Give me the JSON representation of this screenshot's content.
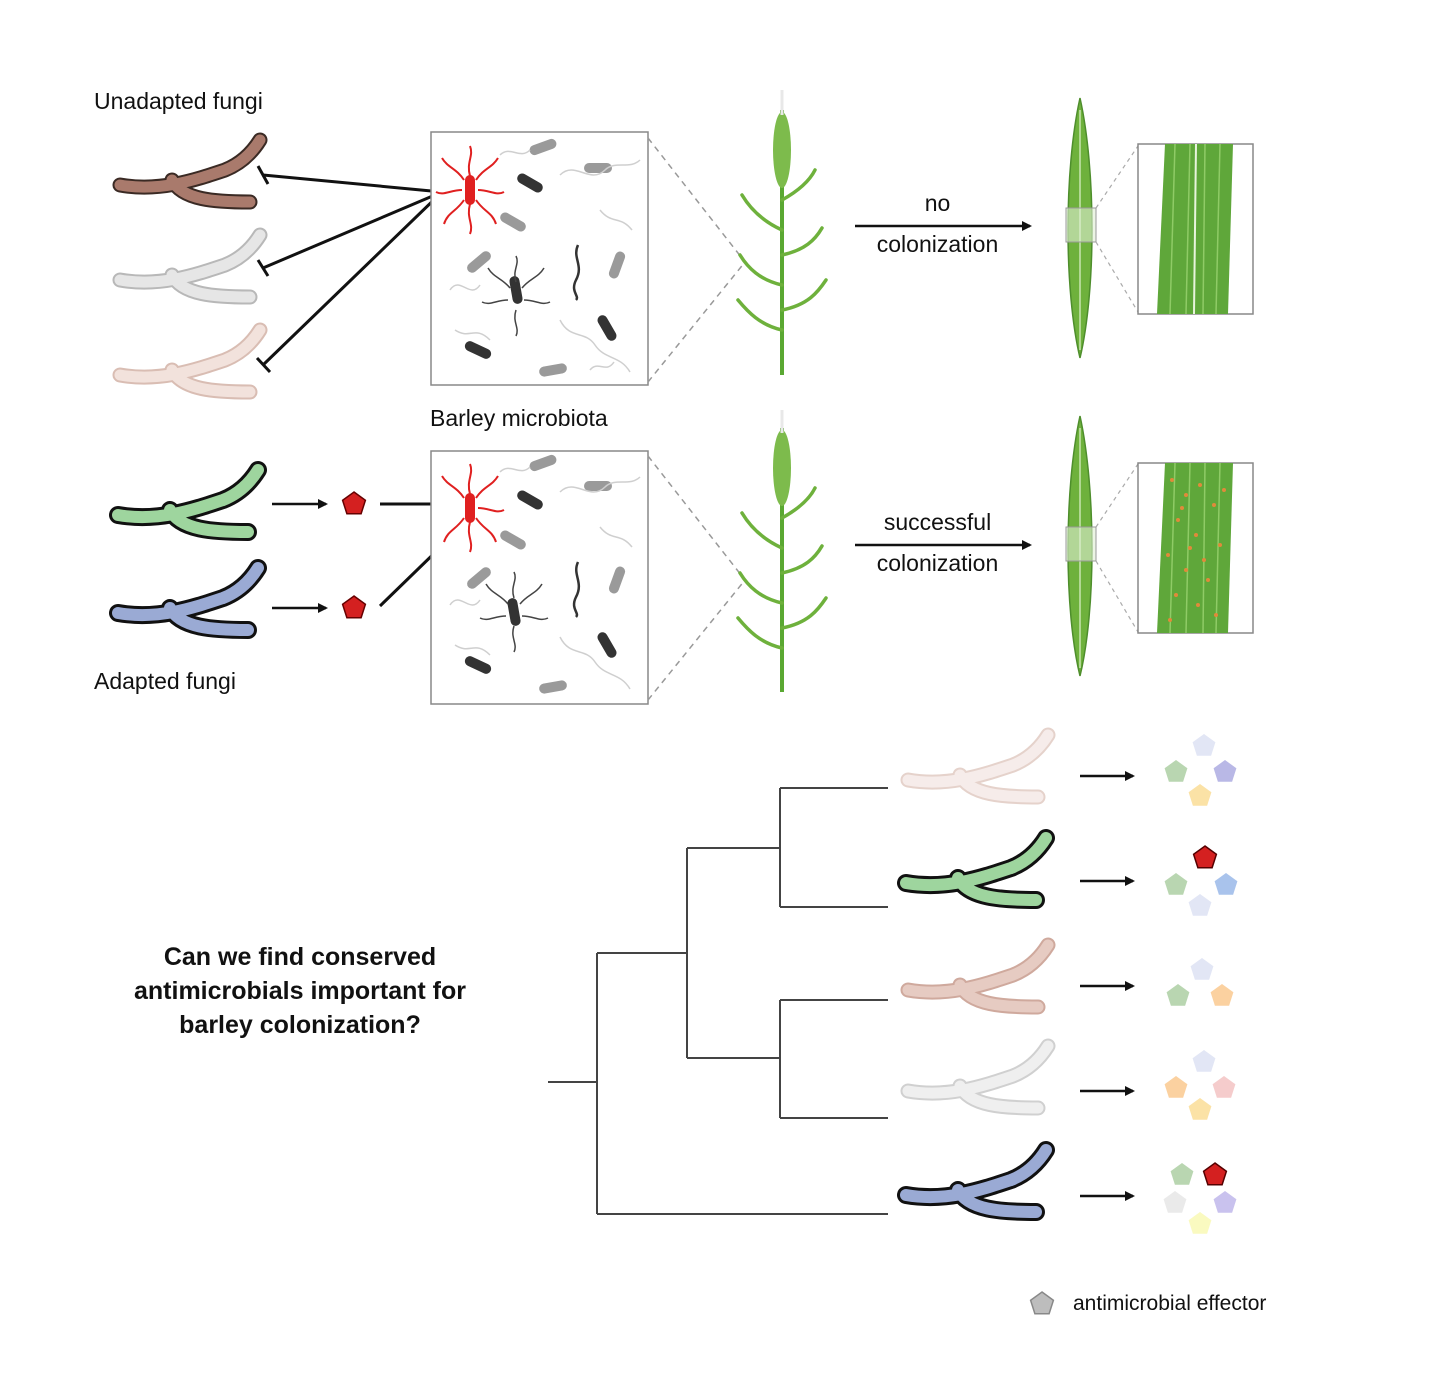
{
  "labels": {
    "unadapted_fungi": "Unadapted fungi",
    "adapted_fungi": "Adapted fungi",
    "barley_microbiota": "Barley microbiota",
    "top_arrow_line1": "no",
    "top_arrow_line2": "colonization",
    "bottom_arrow_line1": "successful",
    "bottom_arrow_line2": "colonization",
    "question": "Can we find conserved antimicrobials important for barley colonization?",
    "legend": "antimicrobial effector"
  },
  "colors": {
    "unadapted_brown": "#a97a6c",
    "unadapted_grey": "#d4d4d4",
    "unadapted_pink": "#e3c9c0",
    "adapted_green": "#9ed59e",
    "adapted_blue": "#9aaad4",
    "effector_red": "#d42020",
    "bacteria_red": "#e02020",
    "plant_green": "#6eb13c",
    "legend_grey": "#bdbdbd"
  },
  "icons": {
    "fungus": "hyphae-icon",
    "effector": "pentagon-icon",
    "bacterium": "rod-bacterium-icon",
    "plant": "barley-plant-icon",
    "leaf": "leaf-icon"
  }
}
